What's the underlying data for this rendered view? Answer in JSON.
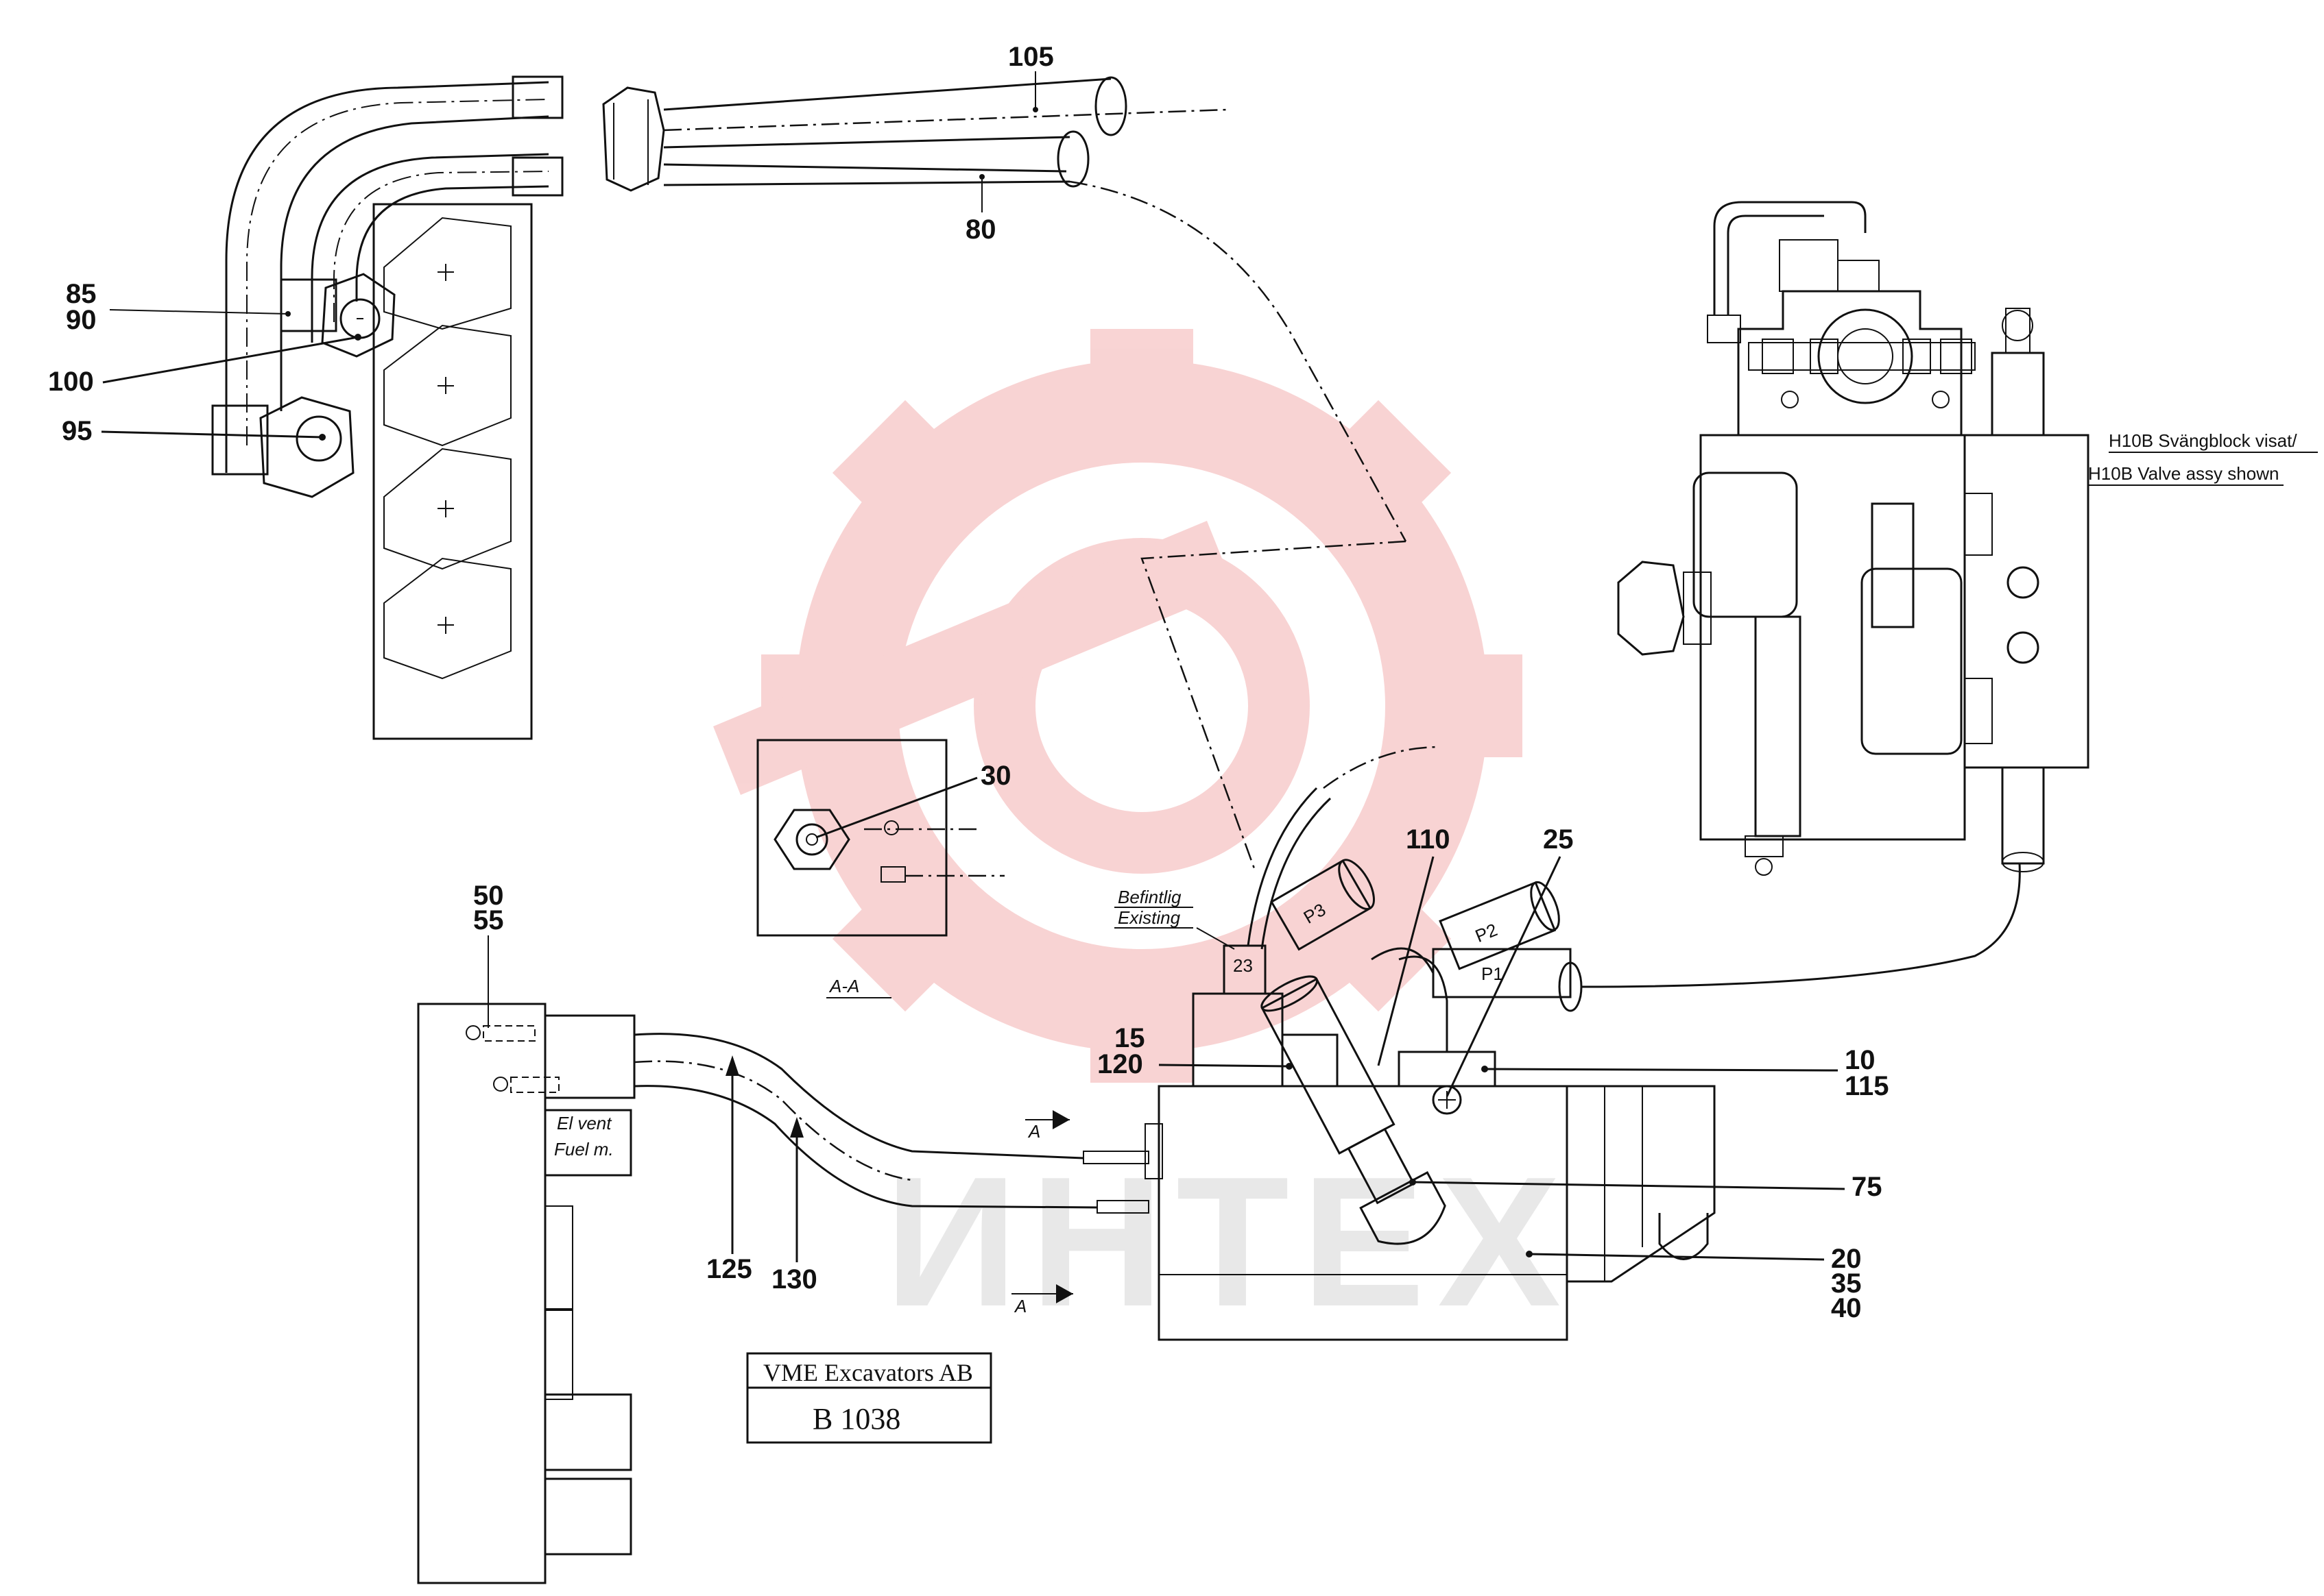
{
  "parts": {
    "p105": "105",
    "p80": "80",
    "p85": "85",
    "p90": "90",
    "p100": "100",
    "p95": "95",
    "p30": "30",
    "p50": "50",
    "p55": "55",
    "p110": "110",
    "p25": "25",
    "p15": "15",
    "p120": "120",
    "p10": "10",
    "p115": "115",
    "p75": "75",
    "p20": "20",
    "p35": "35",
    "p40": "40",
    "p125": "125",
    "p130": "130"
  },
  "labels": {
    "section_title": "A-A",
    "section_marker": "A",
    "befintlig": "Befintlig",
    "existing": "Existing",
    "fitting_number": "23",
    "port_p1": "P1",
    "port_p2": "P2",
    "port_p3": "P3",
    "valve_note_sv": "H10B Svängblock visat/",
    "valve_note_en": "H10B Valve assy shown",
    "el_vent": "El vent",
    "fuel_m": "Fuel m."
  },
  "title_block": {
    "company": "VME Excavators AB",
    "drawing_number": "B 1038"
  },
  "watermark": {
    "text": "ИНТЕХ",
    "color": "#f4b0b0"
  }
}
